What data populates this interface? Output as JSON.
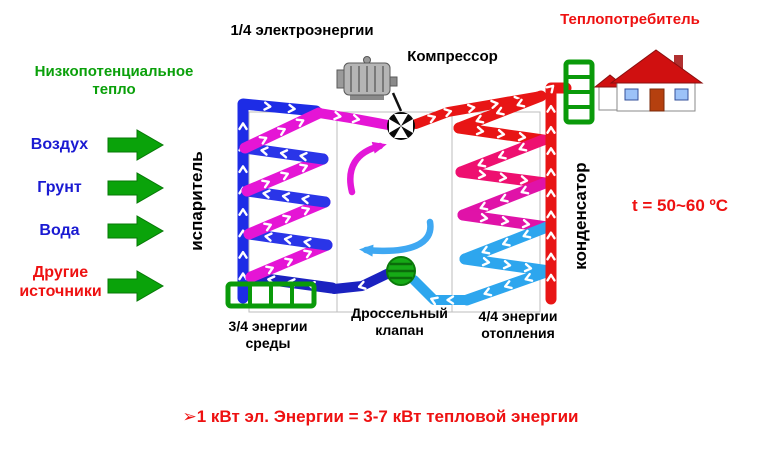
{
  "colors": {
    "accent_green": "#0aa00a",
    "accent_blue": "#1a1ad2",
    "accent_red": "#ee1111",
    "pipe_blue": "#1d2ce6",
    "pipe_magenta": "#e515d5",
    "pipe_red": "#e81515",
    "pipe_cyan": "#2da6ee"
  },
  "header": {
    "electric_energy": "1/4 электроэнергии",
    "compressor": "Компрессор",
    "heat_consumer": "Теплопотребитель"
  },
  "left_panel": {
    "title": "Низкопотенциальное тепло",
    "sources": [
      "Воздух",
      "Грунт",
      "Вода",
      "Другие источники"
    ]
  },
  "diagram": {
    "evaporator": "испаритель",
    "condenser": "конденсатор",
    "temperature": "t = 50~60 ºС",
    "energy_source_share": "3/4 энергии среды",
    "throttle_valve": "Дроссельный клапан",
    "heating_share": "4/4 энергии отопления"
  },
  "footer": {
    "formula": "➢1 кВт эл. Энергии = 3-7 кВт тепловой энергии"
  }
}
